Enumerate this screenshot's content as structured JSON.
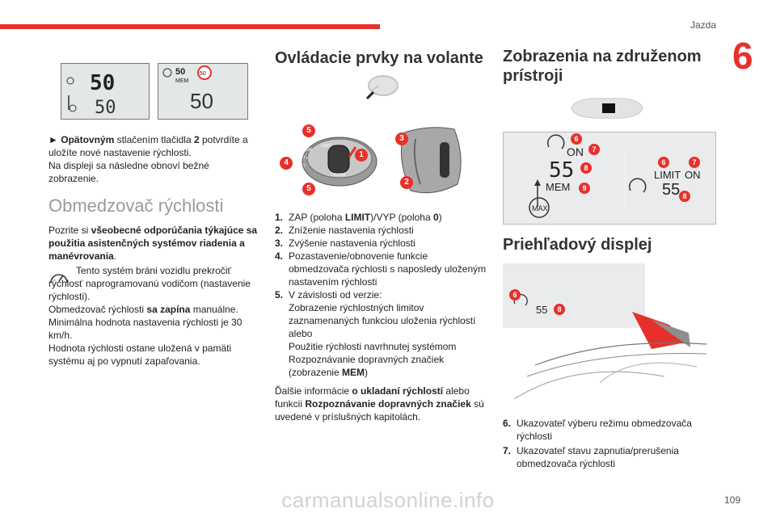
{
  "header": {
    "title": "Jazda",
    "chapter_number": "6",
    "page_number": "109"
  },
  "watermark": "carmanualsonline.info",
  "col1": {
    "display_left": {
      "top_value": "50",
      "bottom_value": "50"
    },
    "display_right": {
      "speed_small": "50",
      "mem": "MEM",
      "speed_big": "50",
      "limit_sign": "50"
    },
    "para1": {
      "bullet": "►",
      "b1": "Opätovným",
      "t1": " stlačením tlačidla ",
      "b2": "2",
      "t2": " potvrdíte a uložíte nové nastavenie rýchlosti.",
      "line2": "Na displeji sa následne obnoví bežné zobrazenie."
    },
    "section_title": "Obmedzovač rýchlosti",
    "para2": {
      "t1": "Pozrite si ",
      "b1": "všeobecné odporúčania týkajúce sa použitia asistenčných systémov riadenia a manévrovania",
      "t2": "."
    },
    "para3": {
      "t1": "Tento systém bráni vozidlu prekročiť rýchlosť naprogramovanú vodičom (nastavenie rýchlosti).",
      "t2": "Obmedzovač rýchlosti ",
      "b2": "sa zapína",
      "t3": " manuálne.",
      "t4": "Minimálna hodnota nastavenia rýchlosti je 30 km/h.",
      "t5": "Hodnota rýchlosti ostane uložená v pamäti systému aj po vypnutí zapaľovania."
    }
  },
  "col2": {
    "title": "Ovládacie prvky na volante",
    "stalk": {
      "labels": [
        "LIMIT",
        "MEM",
        "SET+",
        "SET-",
        "CRUISE"
      ],
      "markers": [
        "1",
        "2",
        "3",
        "4",
        "5",
        "5"
      ]
    },
    "list": [
      {
        "n": "1.",
        "parts": [
          "ZAP (poloha ",
          "LIMIT",
          ")/VYP (poloha ",
          "0",
          ")"
        ]
      },
      {
        "n": "2.",
        "text": "Zníženie nastavenia rýchlosti"
      },
      {
        "n": "3.",
        "text": "Zvýšenie nastavenia rýchlosti"
      },
      {
        "n": "4.",
        "text": "Pozastavenie/obnovenie funkcie obmedzovača rýchlosti s naposledy uloženým nastavením rýchlosti"
      },
      {
        "n": "5.",
        "lines": [
          "V závislosti od verzie:",
          "Zobrazenie rýchlostných limitov zaznamenaných funkciou uloženia rýchlostí",
          "alebo",
          "Použitie rýchlosti navrhnutej systémom Rozpoznávanie dopravných značiek"
        ],
        "last_pre": "(zobrazenie ",
        "last_b": "MEM",
        "last_post": ")"
      },
      {
        "n": "",
        "text": ""
      }
    ],
    "more": {
      "t1": "Ďalšie informácie ",
      "b1": "o ukladaní rýchlostí",
      "t2": " alebo funkcii ",
      "b2": "Rozpoznávanie dopravných značiek",
      "t3": " sú uvedené v príslušných kapitolách."
    }
  },
  "col3": {
    "title": "Zobrazenia na združenom prístroji",
    "cluster_left": {
      "on": "ON",
      "speed": "55",
      "mem": "MEM",
      "max": "MAX",
      "markers": [
        "6",
        "7",
        "8",
        "9"
      ]
    },
    "cluster_right": {
      "limit": "LIMIT",
      "on": "ON",
      "speed": "55",
      "markers": [
        "6",
        "7",
        "8"
      ]
    },
    "hud_title": "Priehľadový displej",
    "hud": {
      "speed": "55",
      "markers": [
        "6",
        "8"
      ]
    },
    "list": [
      {
        "n": "6.",
        "text": "Ukazovateľ výberu režimu obmedzovača rýchlosti"
      },
      {
        "n": "7.",
        "text": "Ukazovateľ stavu zapnutia/prerušenia obmedzovača rýchlosti"
      }
    ]
  }
}
